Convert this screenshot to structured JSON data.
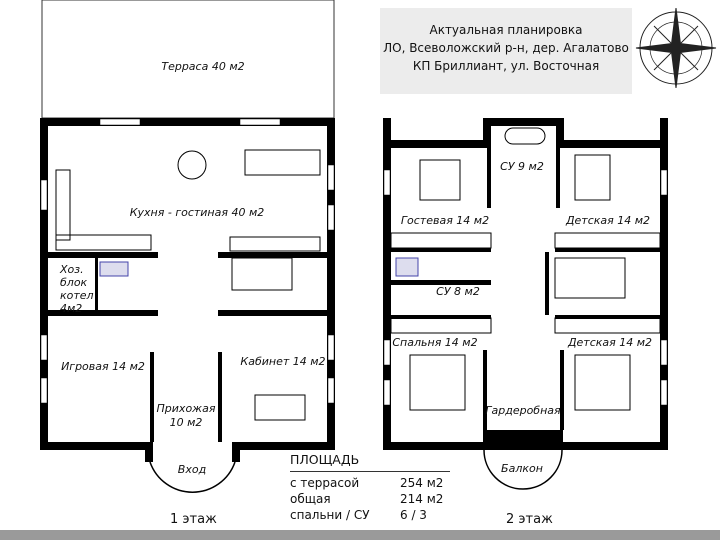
{
  "header": {
    "lines": [
      "Актуальная планировка",
      "ЛО, Всеволожский р-н, дер. Агалатово",
      "КП Бриллиант, ул. Восточная"
    ]
  },
  "floor1": {
    "label": "1 этаж",
    "rooms": {
      "terrace": "Терраса 40 м2",
      "kitchen": "Кухня - гостиная 40 м2",
      "utility": [
        "Хоз.",
        "блок",
        "котел",
        "4м2"
      ],
      "playroom": "Игровая 14 м2",
      "office": "Кабинет 14 м2",
      "hall": "Прихожая",
      "hall_area": "10 м2",
      "entrance": "Вход"
    }
  },
  "floor2": {
    "label": "2 этаж",
    "rooms": {
      "bath9": "СУ 9 м2",
      "guest": "Гостевая 14 м2",
      "kids1": "Детская 14 м2",
      "bath8": "СУ 8 м2",
      "bedroom": "Спальня 14 м2",
      "kids2": "Детская 14 м2",
      "wardrobe": "Гардеробная",
      "balcony": "Балкон"
    }
  },
  "area": {
    "title": "ПЛОЩАДЬ",
    "rows": [
      {
        "k": "с террасой",
        "v": "254 м2"
      },
      {
        "k": "общая",
        "v": "214 м2"
      },
      {
        "k": "спальни / СУ",
        "v": "6 / 3"
      }
    ]
  },
  "compass_icon": "compass-rose-icon"
}
